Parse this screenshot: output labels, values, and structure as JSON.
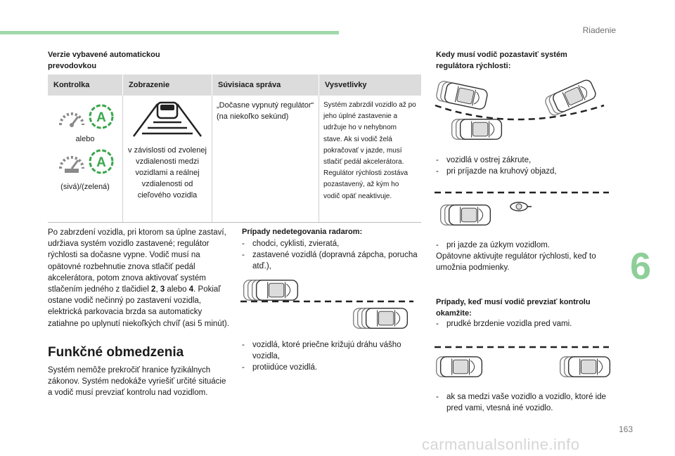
{
  "header": {
    "section": "Riadenie",
    "chapter": "6",
    "page_number": "163",
    "watermark": "carmanualsonline.info"
  },
  "left": {
    "versions_heading": "Verzie vybavené automatickou prevodovkou",
    "table": {
      "headers": [
        "Kontrolka",
        "Zobrazenie",
        "Súvisiaca správa",
        "Vysvetlivky"
      ],
      "kontrolka": {
        "or": "alebo",
        "colors": "(sivá)/(zelená)"
      },
      "zobrazenie": "v závislosti od zvolenej vzdialenosti medzi vozidlami a reálnej vzdialenosti od cieľového vozidla",
      "sprava": "„Dočasne vypnutý regulátor“ (na niekoľko sekúnd)",
      "vysvetlivky": "Systém zabrzdil vozidlo až po jeho úplné zastavenie a udržuje ho v nehybnom stave. Ak si vodič želá pokračovať v jazde, musí stlačiť pedál akcelerátora. Regulátor rýchlosti zostáva pozastavený, až kým ho vodič opäť neaktivuje."
    },
    "paragraph": {
      "pre": "Po zabrzdení vozidla, pri ktorom sa úplne zastaví, udržiava systém vozidlo zastavené; regulátor rýchlosti sa dočasne vypne. Vodič musí na opätovné rozbehnutie znova stlačiť pedál akcelerátora, potom znova aktivovať systém stlačením jedného z tlačidiel ",
      "b2": "2",
      "sep": ", ",
      "b3": "3",
      "or": " alebo ",
      "b4": "4",
      "post": ". Pokiaľ ostane vodič nečinný po zastavení vozidla, elektrická parkovacia brzda sa automaticky zatiahne po uplynutí niekoľkých chvíľ (asi 5 minút)."
    },
    "limits_title": "Funkčné obmedzenia",
    "limits_text": "Systém nemôže prekročiť hranice fyzikálnych zákonov. Systém nedokáže vyriešiť určité situácie a vodič musí prevziať kontrolu nad vozidlom."
  },
  "middle": {
    "heading": "Prípady nedetegovania radarom:",
    "bullets": [
      "chodci, cyklisti, zvieratá,",
      "zastavené vozidlá (dopravná zápcha, porucha atď.),"
    ],
    "bullets2": [
      "vozidlá, ktoré priečne križujú dráhu vášho vozidla,",
      "protiidúce vozidlá."
    ]
  },
  "right": {
    "heading": "Kedy musí vodič pozastaviť systém regulátora rýchlosti:",
    "bullets1": [
      "vozidlá v ostrej zákrute,",
      "pri príjazde na kruhový objazd,"
    ],
    "bullet2": "pri jazde za úzkym vozidlom.",
    "note": "Opätovne aktivujte regulátor rýchlosti, keď to umožnia podmienky.",
    "heading2": "Prípady, keď musí vodič prevziať kontrolu okamžite:",
    "bullet3": "prudké brzdenie vozidla pred vami.",
    "bullet4": "ak sa medzi vaše vozidlo a vozidlo, ktoré ide pred vami, vtesná iné vozidlo."
  },
  "colors": {
    "accent_green": "#9fd9a9",
    "lamp_green": "#3aa64b",
    "lamp_gray": "#8a8a8a"
  }
}
